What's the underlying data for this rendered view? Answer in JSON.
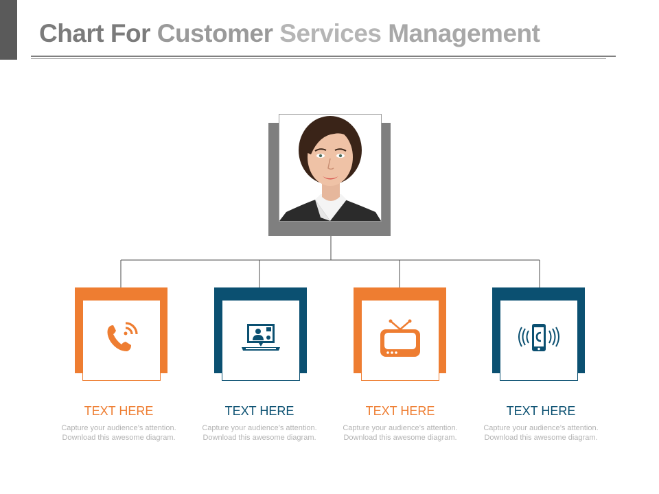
{
  "colors": {
    "orange": "#ee7d31",
    "blue": "#0b5071",
    "gray": "#7f7f7f"
  },
  "header": {
    "title_parts": [
      "Chart For",
      "Customer",
      "Services",
      "Management"
    ]
  },
  "top_node": {
    "image": "person-portrait"
  },
  "nodes": [
    {
      "color": "orange",
      "icon": "phone-ringing-icon",
      "heading": "TEXT HERE",
      "text": "Capture your audience’s attention. Download this awesome diagram."
    },
    {
      "color": "blue",
      "icon": "laptop-video-call-icon",
      "heading": "TEXT HERE",
      "text": "Capture your audience’s attention. Download this awesome diagram."
    },
    {
      "color": "orange",
      "icon": "tv-icon",
      "heading": "TEXT HERE",
      "text": "Capture your audience’s attention. Download this awesome diagram."
    },
    {
      "color": "blue",
      "icon": "mobile-vibrate-icon",
      "heading": "TEXT HERE",
      "text": "Capture your audience’s attention. Download this awesome diagram."
    }
  ]
}
